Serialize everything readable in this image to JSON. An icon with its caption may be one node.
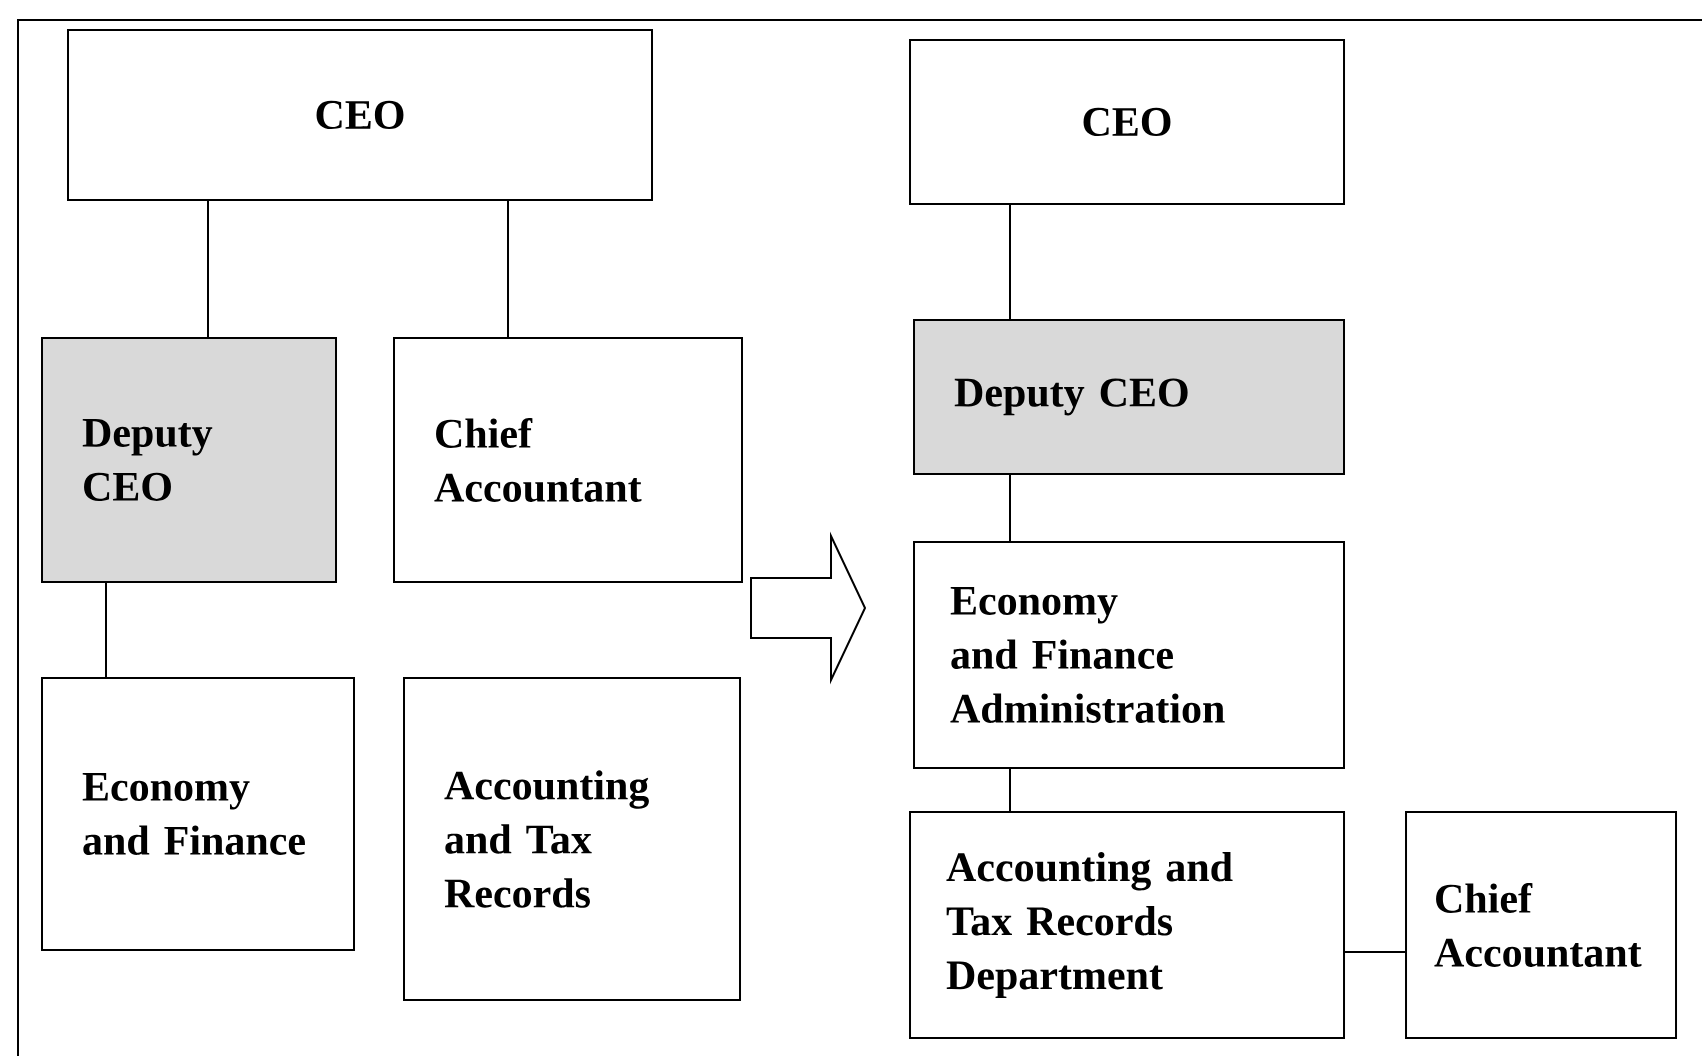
{
  "diagram": {
    "nodes": [
      {
        "text": [
          "CEO"
        ]
      },
      {
        "text": [
          "Deputy CEO"
        ]
      },
      {
        "text": [
          "Chief Accountant"
        ]
      },
      {
        "text": [
          "Economy and Finance"
        ]
      },
      {
        "text": [
          "Accounting and Tax Records"
        ]
      },
      {
        "text": [
          "CEO"
        ]
      },
      {
        "text": [
          "Deputy CEO"
        ]
      },
      {
        "text": [
          "Economy and Finance Administration"
        ]
      },
      {
        "text": [
          "Accounting and Tax Records Department"
        ]
      },
      {
        "text": [
          "Chief Accountant"
        ]
      }
    ],
    "edges": [
      {
        "from": 0,
        "to": 1,
        "arrow": "none"
      },
      {
        "from": 0,
        "to": 2,
        "arrow": "none"
      },
      {
        "from": 1,
        "to": 3,
        "arrow": "none"
      },
      {
        "from": 5,
        "to": 6,
        "arrow": "none"
      },
      {
        "from": 6,
        "to": 7,
        "arrow": "none"
      },
      {
        "from": 7,
        "to": 8,
        "arrow": "none"
      },
      {
        "from": 8,
        "to": 9,
        "arrow": "none"
      },
      {
        "from": 2,
        "to": 7,
        "arrow": "to"
      }
    ]
  }
}
